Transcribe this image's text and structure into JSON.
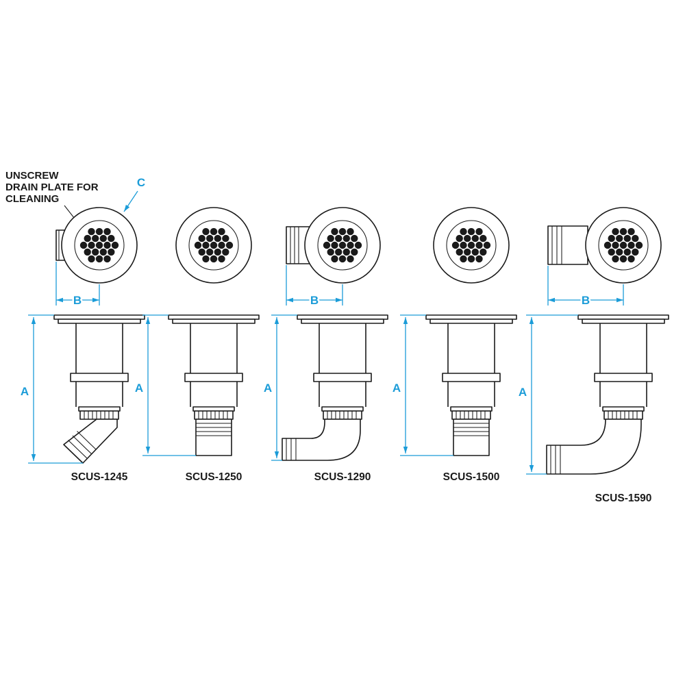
{
  "note": {
    "lines": [
      "UNSCREW",
      "DRAIN PLATE FOR",
      "CLEANING"
    ]
  },
  "dims": {
    "a": "A",
    "b": "B",
    "c": "C"
  },
  "products": [
    {
      "label": "SCUS-1245"
    },
    {
      "label": "SCUS-1250"
    },
    {
      "label": "SCUS-1290"
    },
    {
      "label": "SCUS-1500"
    },
    {
      "label": "SCUS-1590"
    }
  ],
  "colors": {
    "ink": "#1a1a1a",
    "dim": "#1b9cd8",
    "bg": "#ffffff"
  }
}
